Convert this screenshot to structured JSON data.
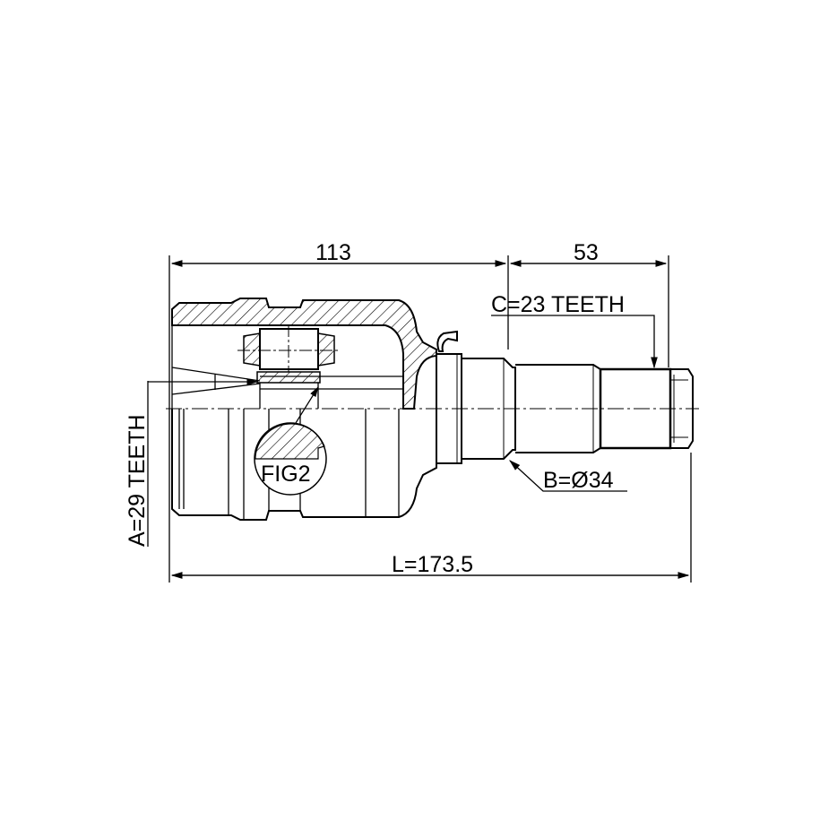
{
  "dimensions": {
    "housing_length": "113",
    "shaft_length": "53",
    "total_length": "L=173.5",
    "outer_teeth": "C=23 TEETH",
    "inner_teeth": "A=29 TEETH",
    "seal_diameter": "B=Ø34"
  },
  "detail_label": "FIG2",
  "colors": {
    "line": "#000000",
    "background": "#ffffff"
  }
}
